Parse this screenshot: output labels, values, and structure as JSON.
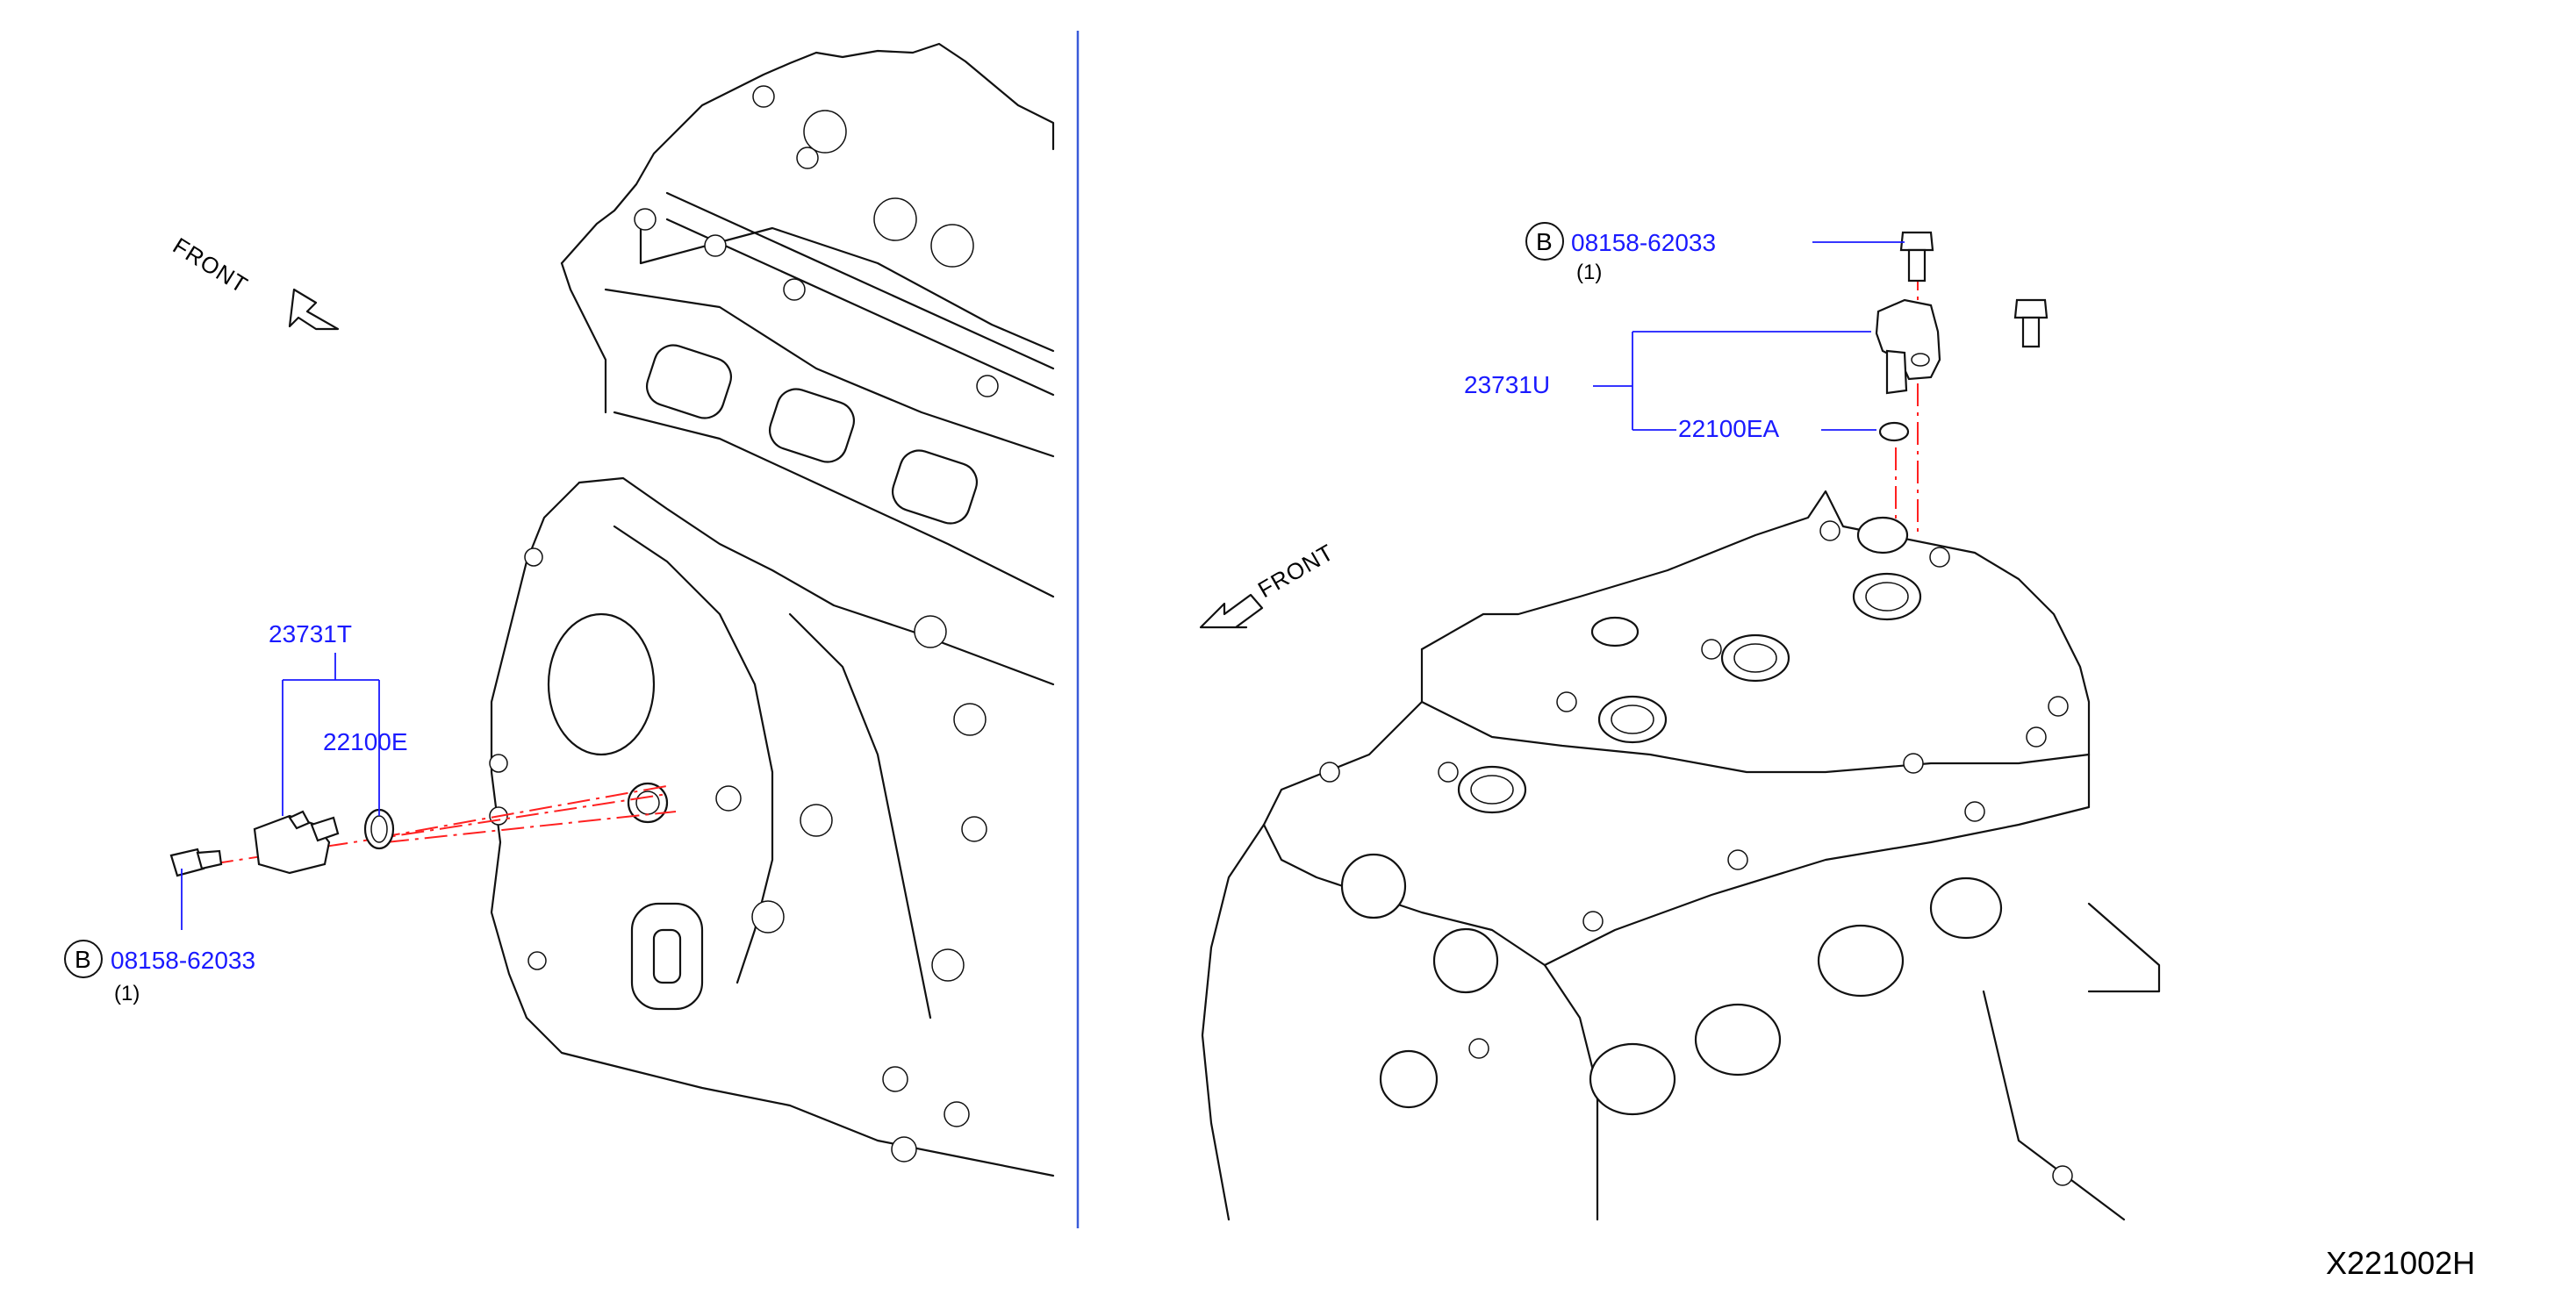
{
  "diagram_ref": "X221002H",
  "front_label": "FRONT",
  "bolt_marker": "B",
  "left": {
    "sensor_part": "23731T",
    "oring_part": "22100E",
    "bolt_part": "08158-62033",
    "bolt_qty": "(1)"
  },
  "right": {
    "sensor_part": "23731U",
    "oring_part": "22100EA",
    "bolt_part": "08158-62033",
    "bolt_qty": "(1)"
  },
  "colors": {
    "label_blue": "#1a1aff",
    "center_line_action": "#ff2020",
    "divider": "#3a5bd9"
  }
}
